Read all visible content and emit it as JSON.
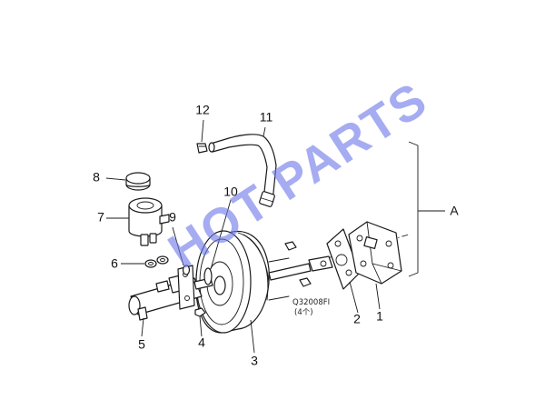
{
  "watermark": {
    "text": "HOT PARTS",
    "color": "#6f79e8"
  },
  "callouts": {
    "c1": "1",
    "c2": "2",
    "c3": "3",
    "c4": "4",
    "c5": "5",
    "c6": "6",
    "c7": "7",
    "c8": "8",
    "c9": "9",
    "c10": "10",
    "c11": "11",
    "c12": "12"
  },
  "group_label": "A",
  "note": {
    "part_code": "Q32008FI",
    "quantity": "(4个)"
  }
}
